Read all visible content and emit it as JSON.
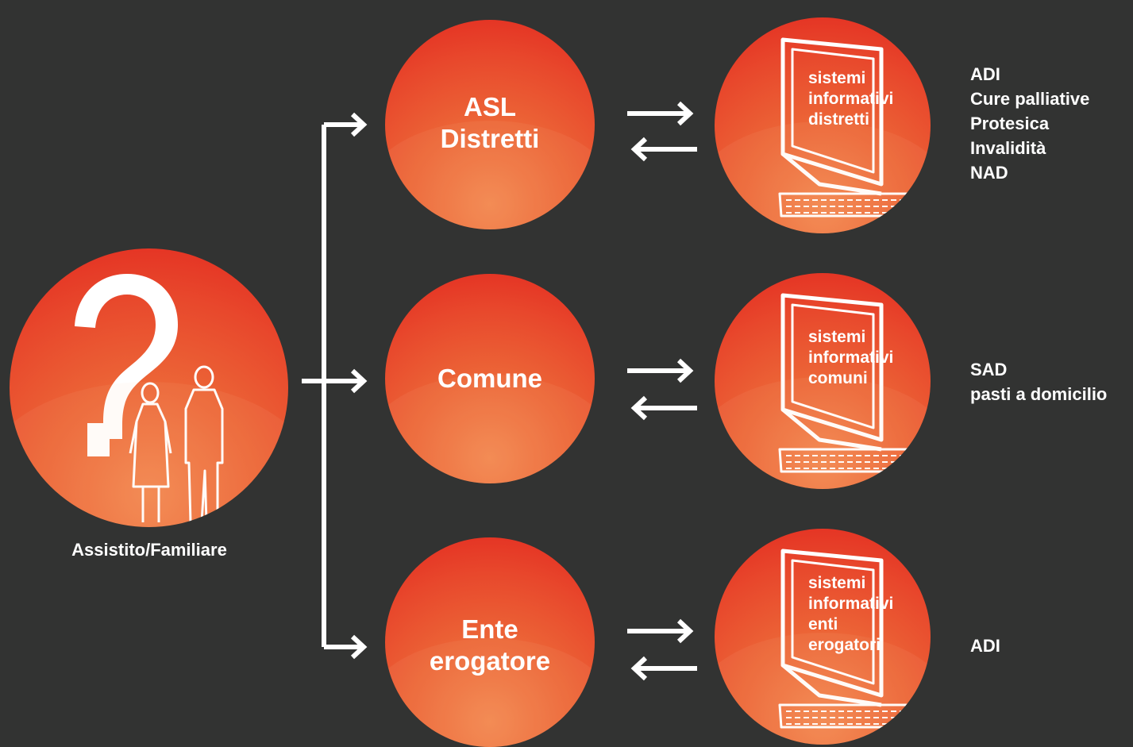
{
  "assistito": {
    "label": "Assistito/Familiare",
    "icon": "question-mark-with-people"
  },
  "organizations": [
    {
      "lines": [
        "ASL",
        "Distretti"
      ]
    },
    {
      "lines": [
        "Comune"
      ]
    },
    {
      "lines": [
        "Ente",
        "erogatore"
      ]
    }
  ],
  "systems": [
    {
      "lines": [
        "sistemi",
        "informativi",
        "distretti"
      ]
    },
    {
      "lines": [
        "sistemi",
        "informativi",
        "comuni"
      ]
    },
    {
      "lines": [
        "sistemi",
        "informativi",
        "enti",
        "erogatori"
      ]
    }
  ],
  "services": [
    {
      "items": [
        "ADI",
        "Cure palliative",
        "Protesica",
        "Invalidità",
        "NAD"
      ]
    },
    {
      "items": [
        "SAD",
        "pasti a domicilio"
      ]
    },
    {
      "items": [
        "ADI"
      ]
    }
  ],
  "colors": {
    "background": "#323332",
    "circle_light": "#f2874f",
    "circle_dark": "#e2271f",
    "line": "#ffffff"
  }
}
